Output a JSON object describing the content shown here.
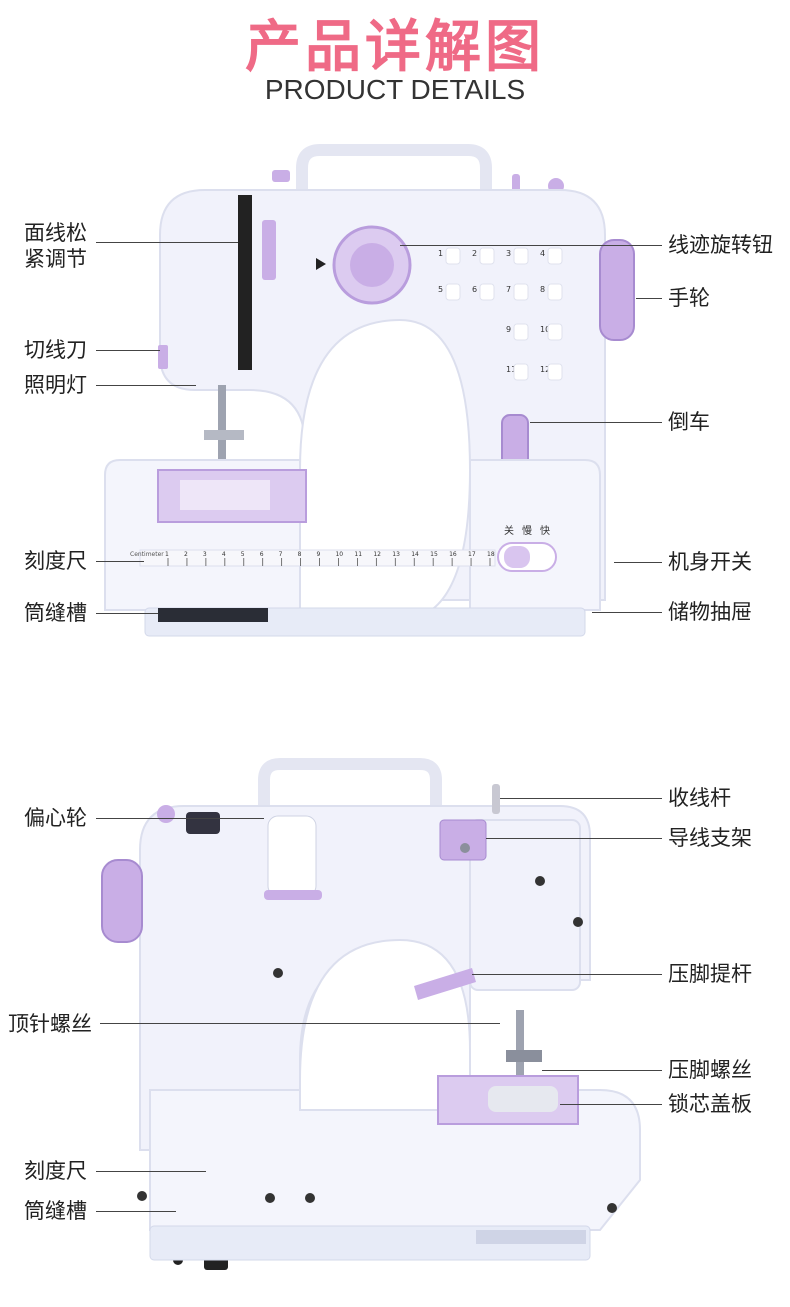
{
  "header": {
    "title": "产品详解图",
    "subtitle": "PRODUCT DETAILS"
  },
  "front_view": {
    "labels_left": [
      {
        "id": "thread-tension",
        "text": "面线松\n紧调节"
      },
      {
        "id": "thread-cutter",
        "text": "切线刀"
      },
      {
        "id": "light",
        "text": "照明灯"
      },
      {
        "id": "ruler",
        "text": "刻度尺"
      },
      {
        "id": "sleeve-slot",
        "text": "筒缝槽"
      }
    ],
    "labels_right": [
      {
        "id": "stitch-dial",
        "text": "线迹旋转钮"
      },
      {
        "id": "handwheel",
        "text": "手轮"
      },
      {
        "id": "reverse",
        "text": "倒车"
      },
      {
        "id": "power-switch",
        "text": "机身开关"
      },
      {
        "id": "storage-drawer",
        "text": "储物抽屉"
      }
    ],
    "switch_labels": {
      "off": "关",
      "slow": "慢",
      "fast": "快"
    },
    "ruler_caption": "Centimeter",
    "ruler_ticks": [
      "1",
      "2",
      "3",
      "4",
      "5",
      "6",
      "7",
      "8",
      "9",
      "10",
      "11",
      "12",
      "13",
      "14",
      "15",
      "16",
      "17",
      "18"
    ],
    "stitch_numbers": [
      "1",
      "2",
      "3",
      "4",
      "5",
      "6",
      "7",
      "8",
      "9",
      "10",
      "11",
      "12"
    ],
    "colors": {
      "body": "#f1f2fb",
      "accent": "#c9aee6",
      "accent_dark": "#9b79c7"
    }
  },
  "back_view": {
    "labels_left": [
      {
        "id": "eccentric",
        "text": "偏心轮"
      },
      {
        "id": "top-screw",
        "text": "顶针螺丝"
      },
      {
        "id": "ruler-back",
        "text": "刻度尺"
      },
      {
        "id": "sleeve-slot-back",
        "text": "筒缝槽"
      }
    ],
    "labels_right": [
      {
        "id": "take-up-lever",
        "text": "收线杆"
      },
      {
        "id": "thread-guide",
        "text": "导线支架"
      },
      {
        "id": "presser-lever",
        "text": "压脚提杆"
      },
      {
        "id": "presser-screw",
        "text": "压脚螺丝"
      },
      {
        "id": "bobbin-cover",
        "text": "锁芯盖板"
      }
    ]
  }
}
